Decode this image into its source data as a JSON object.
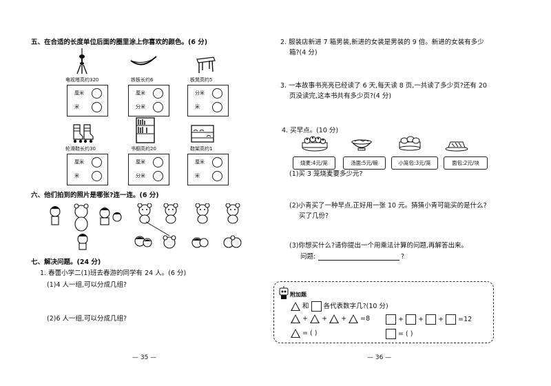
{
  "left": {
    "sec5": {
      "title": "五、在合适的长度单位后面的圈里涂上你喜欢的颜色。(6 分)",
      "items": [
        {
          "label": "电视塔高约320",
          "icon": "tv-tower-icon",
          "u1": "厘米",
          "u2": "米"
        },
        {
          "label": "铁板长约6",
          "icon": "wok-icon",
          "u1": "厘米",
          "u2": "分米"
        },
        {
          "label": "板凳高约5",
          "icon": "stool-icon",
          "u1": "分米",
          "u2": "米"
        },
        {
          "label": "轮滑鞋长约30",
          "icon": "roller-skates-icon",
          "u1": "厘米",
          "u2": "米"
        },
        {
          "label": "书橱高约20",
          "icon": "bookcase-icon",
          "u1": "厘米",
          "u2": "分米"
        },
        {
          "label": "鞋架高约1",
          "icon": "shoe-rack-icon",
          "u1": "厘米",
          "u2": "米"
        }
      ]
    },
    "sec6": {
      "title": "六、他们拍到的照片是哪张?连一连。(6 分)"
    },
    "sec7": {
      "title": "七、解决问题。(24 分)",
      "q1": "1. 春蕾小学二(1)班去春游的同学有 24 人。(6 分)",
      "q1a": "(1)4 人一组,可以分成几组?",
      "q1b": "(2)6 人一组,可以分成几组?"
    },
    "page_num": "— 35 —"
  },
  "right": {
    "q2_l1": "2. 服装店新进 7 箱男装,新进的女装是男装的 9 倍。新进的女装有多少",
    "q2_l2": "箱?(4 分)",
    "q3_l1": "3. 一本故事书亮亮已经读了 6 天,每天读 8 页,一共读了多少页?还有 20",
    "q3_l2": "页没读完,这本书共有多少页?(4 分)",
    "q4": {
      "title": "4. 买早点。(10 分)",
      "foods": [
        {
          "icon": "shaomai-steamer-icon",
          "price": "烧麦:4元/笼"
        },
        {
          "icon": "soup-bowl-icon",
          "price": "汤面:5元/碗"
        },
        {
          "icon": "bun-steamer-icon",
          "price": "小笼包:3元/笼"
        },
        {
          "icon": "bread-plate-icon",
          "price": "面包:2元/块"
        }
      ],
      "s1": "(1)买 3 笼烧麦要多少元?",
      "s2_l1": "(2)小青买了一种早点,正好用一张 10 元。猜猜小青可能买的是什么?",
      "s2_l2": "买了几份?",
      "s3": "(3)你想买什么?请你提出一个用乘法计算的问题,再解答出来。",
      "s3_q": "问题:",
      "s3_end": "?"
    },
    "bonus": {
      "label": "附加题",
      "prompt_mid": "和",
      "prompt_end": "各代表数字几?(10 分)",
      "eq1_res": "=8",
      "eq2_res": "=12",
      "plus": "+",
      "eqa": "= (          )"
    },
    "page_num": "— 36 —"
  }
}
